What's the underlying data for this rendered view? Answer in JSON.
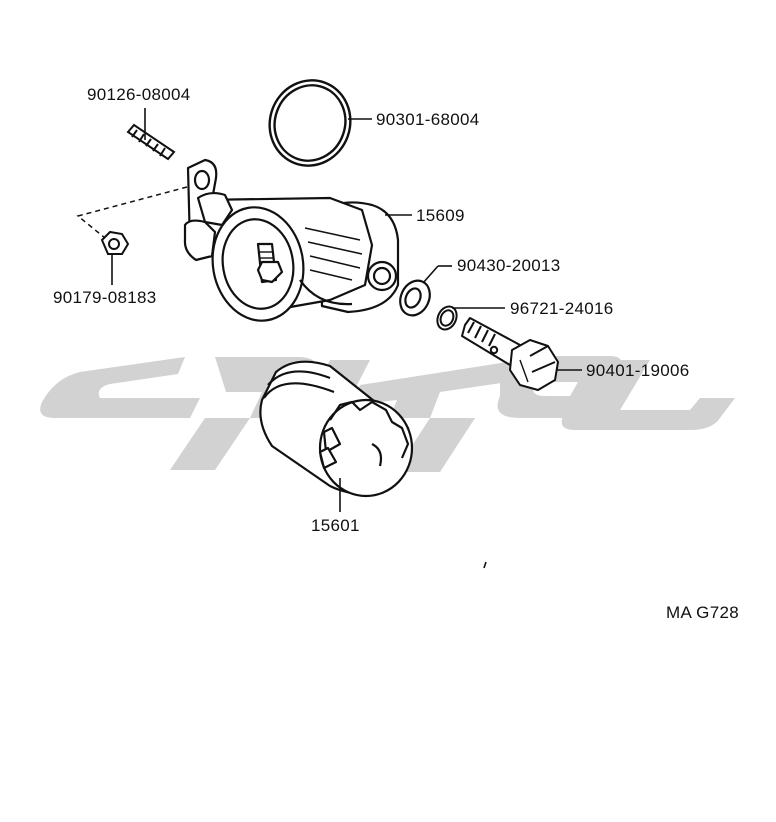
{
  "colors": {
    "ink": "#111111",
    "watermark": "#d2d2d2",
    "background": "#ffffff"
  },
  "parts": {
    "stud": "90126-08004",
    "o_ring": "90301-68004",
    "filter_bracket": "15609",
    "nut": "90179-08183",
    "gasket": "90430-20013",
    "washer": "96721-24016",
    "union_bolt": "90401-19006",
    "oil_filter": "15601"
  },
  "figure_code": "MA G728"
}
